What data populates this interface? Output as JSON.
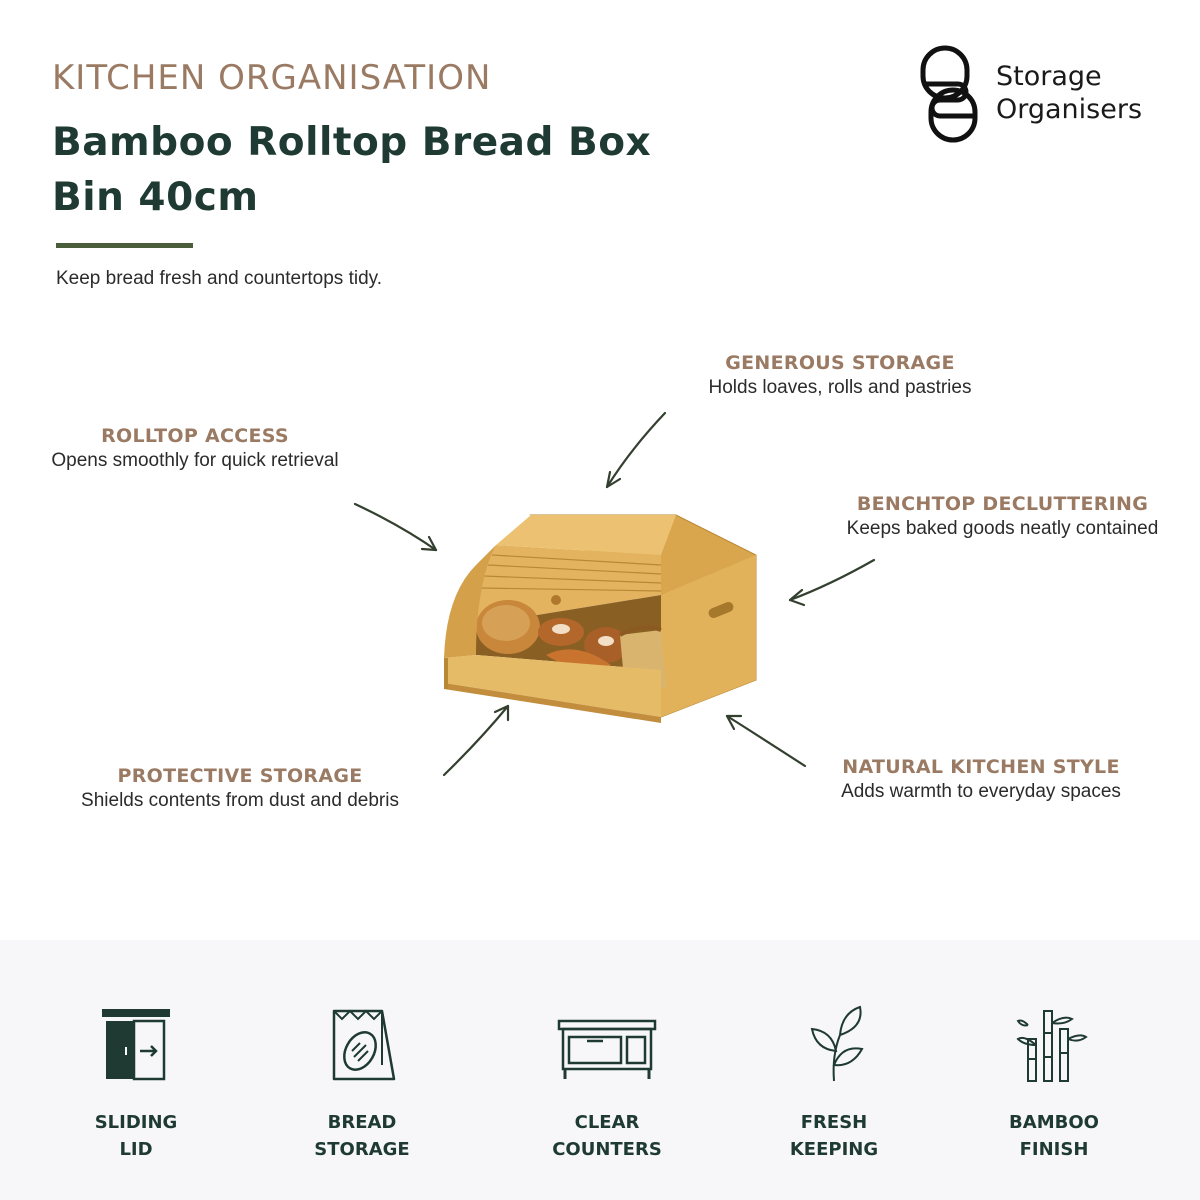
{
  "header": {
    "eyebrow": "KITCHEN ORGANISATION",
    "title_line1": "Bamboo Rolltop Bread Box",
    "title_line2": "Bin 40cm",
    "subtitle": "Keep bread fresh and countertops tidy."
  },
  "brand": {
    "line1": "Storage",
    "line2": "Organisers"
  },
  "callouts": {
    "generous": {
      "head": "GENEROUS STORAGE",
      "desc": "Holds loaves, rolls and pastries"
    },
    "rolltop": {
      "head": "ROLLTOP ACCESS",
      "desc": "Opens smoothly for quick retrieval"
    },
    "benchtop": {
      "head": "BENCHTOP DECLUTTERING",
      "desc": "Keeps baked goods neatly contained"
    },
    "protective": {
      "head": "PROTECTIVE STORAGE",
      "desc": "Shields contents from dust and debris"
    },
    "natural": {
      "head": "NATURAL KITCHEN STYLE",
      "desc": "Adds warmth to everyday spaces"
    }
  },
  "features": [
    {
      "line1": "SLIDING",
      "line2": "LID",
      "icon": "sliding-lid-icon"
    },
    {
      "line1": "BREAD",
      "line2": "STORAGE",
      "icon": "bread-bag-icon"
    },
    {
      "line1": "CLEAR",
      "line2": "COUNTERS",
      "icon": "counter-icon"
    },
    {
      "line1": "FRESH",
      "line2": "KEEPING",
      "icon": "leaf-icon"
    },
    {
      "line1": "BAMBOO",
      "line2": "FINISH",
      "icon": "bamboo-icon"
    }
  ],
  "colors": {
    "accent_brown": "#9a7a63",
    "title_green": "#1e3a32",
    "rule_green": "#4a5e3c",
    "band_bg": "#f7f7f9"
  }
}
